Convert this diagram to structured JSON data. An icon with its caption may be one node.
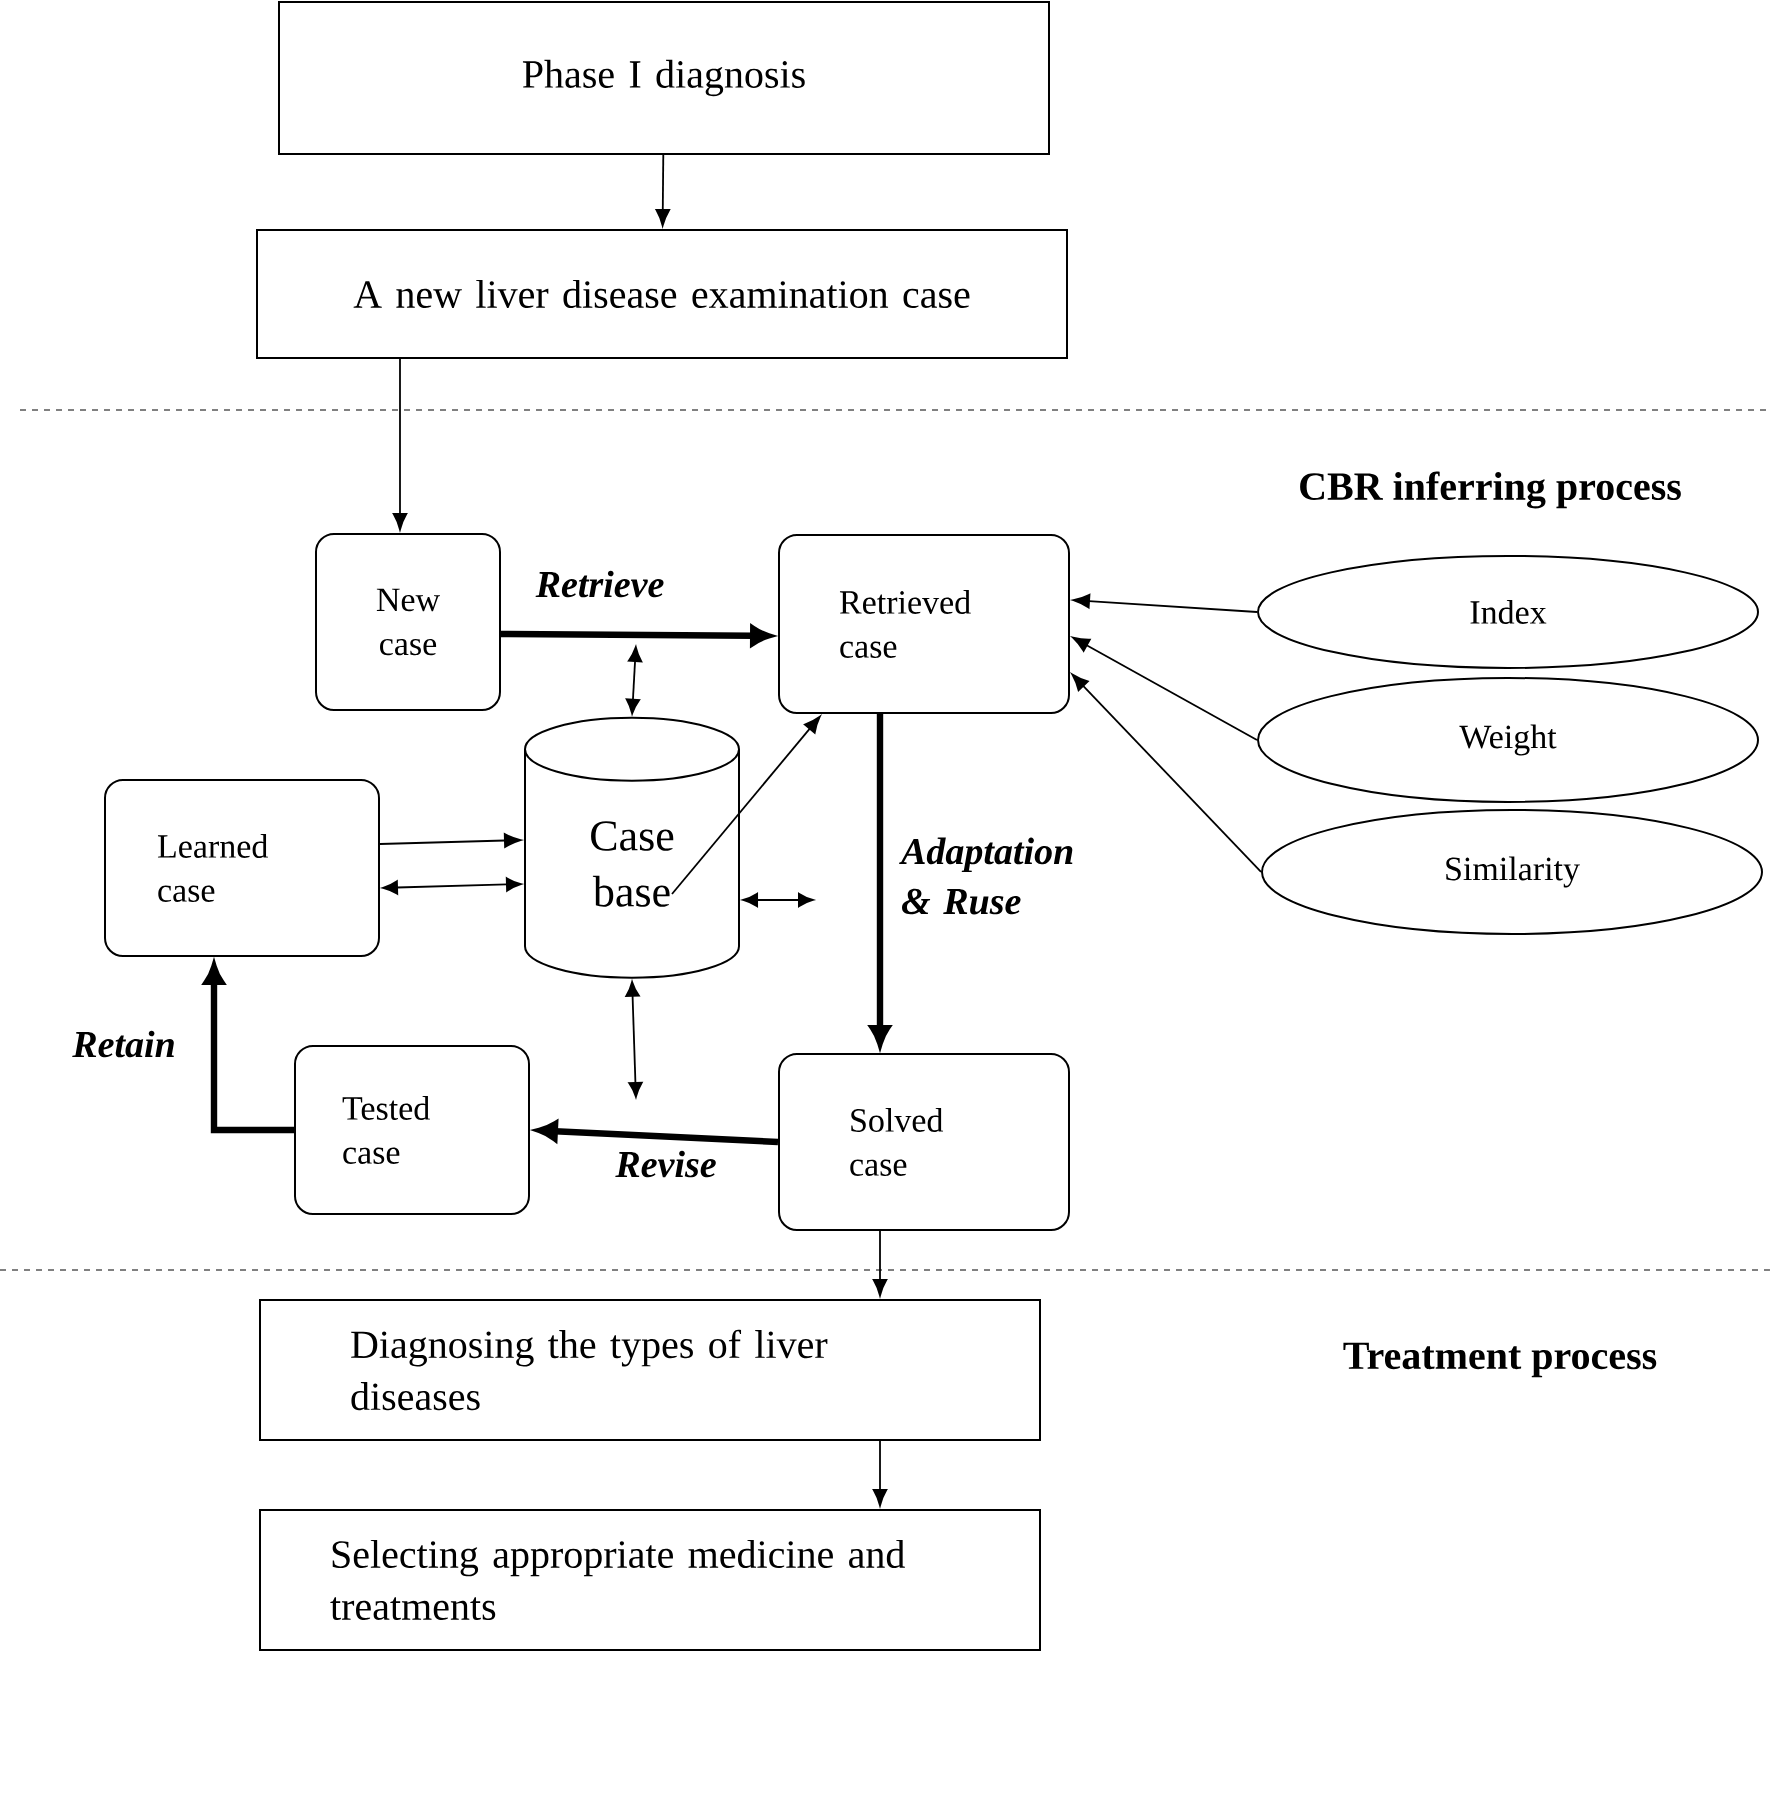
{
  "diagram": {
    "nodes": [
      {
        "text": [
          "Phase I diagnosis"
        ]
      },
      {
        "text": [
          "A new liver disease examination case"
        ]
      },
      {
        "text": [
          "New case"
        ]
      },
      {
        "text": [
          "Retrieved case"
        ]
      },
      {
        "text": [
          "Index"
        ]
      },
      {
        "text": [
          "Weight"
        ]
      },
      {
        "text": [
          "Similarity"
        ]
      },
      {
        "text": [
          "Learned case"
        ]
      },
      {
        "text": [
          "Case base"
        ]
      },
      {
        "text": [
          "Tested case"
        ]
      },
      {
        "text": [
          "Solved case"
        ]
      },
      {
        "text": [
          "Diagnosing the types of liver diseases"
        ]
      },
      {
        "text": [
          "Selecting appropriate medicine and treatments"
        ]
      }
    ],
    "edges": [
      {
        "from": 0,
        "to": 1,
        "arrow": "to"
      },
      {
        "from": 1,
        "to": 2,
        "arrow": "to"
      },
      {
        "from": 2,
        "to": 3,
        "arrow": "to",
        "label": "Retrieve",
        "style": "thick"
      },
      {
        "from": null,
        "to": 8,
        "arrow": "both"
      },
      {
        "from": 4,
        "to": 3,
        "arrow": "to"
      },
      {
        "from": 5,
        "to": 3,
        "arrow": "to"
      },
      {
        "from": 6,
        "to": 3,
        "arrow": "to"
      },
      {
        "from": 7,
        "to": 8,
        "arrow": "to"
      },
      {
        "from": 7,
        "to": 8,
        "arrow": "both"
      },
      {
        "from": 8,
        "to": 3,
        "arrow": "to"
      },
      {
        "from": 8,
        "to": null,
        "arrow": "both"
      },
      {
        "from": 3,
        "to": 10,
        "arrow": "to",
        "label": "Adaptation & Ruse",
        "style": "thick"
      },
      {
        "from": 8,
        "to": null,
        "arrow": "both"
      },
      {
        "from": 10,
        "to": 9,
        "arrow": "to",
        "label": "Revise",
        "style": "thick"
      },
      {
        "from": 9,
        "to": 7,
        "arrow": "to",
        "label": "Retain",
        "style": "thick"
      },
      {
        "from": 10,
        "to": 11,
        "arrow": "to"
      },
      {
        "from": 11,
        "to": 12,
        "arrow": "to"
      }
    ],
    "labels": [
      "CBR inferring process",
      "Treatment process"
    ]
  }
}
